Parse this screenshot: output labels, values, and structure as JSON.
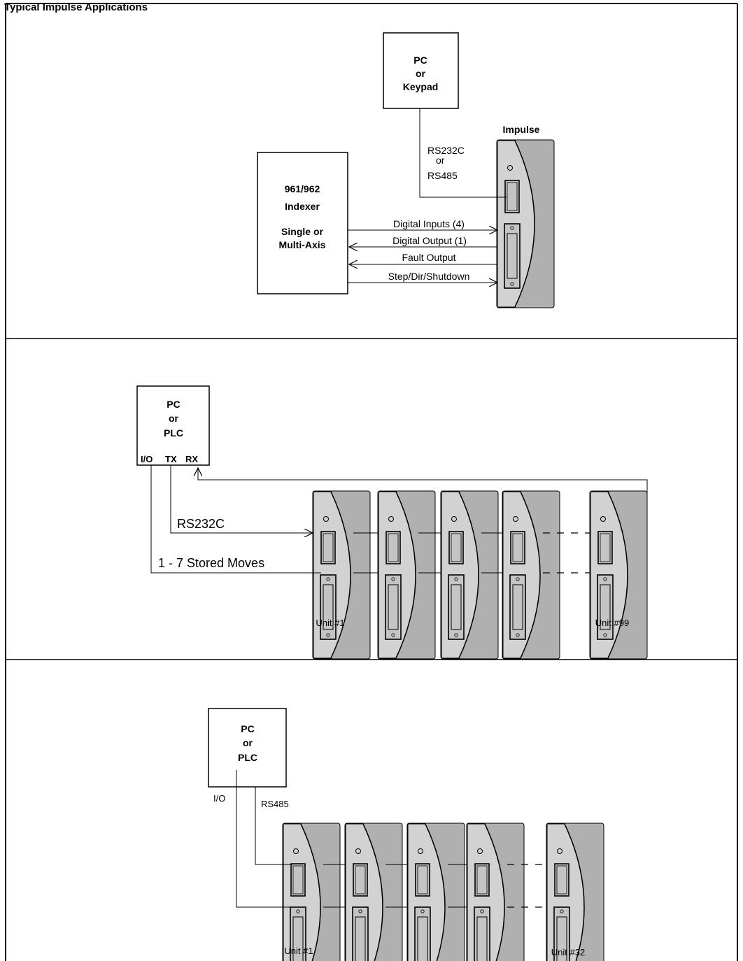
{
  "header": {
    "title": "Typical Impulse Applications"
  },
  "panel1": {
    "host_box": {
      "line1": "PC",
      "line2": "or",
      "line3": "Keypad"
    },
    "drive_label": "Impulse",
    "comm_label": {
      "line1": "RS232C",
      "line2": "or",
      "line3": "RS485"
    },
    "indexer_box": {
      "line1": "961/962",
      "line2": "Indexer",
      "line3": "Single or",
      "line4": "Multi-Axis"
    },
    "signals": [
      "Digital Inputs (4)",
      "Digital Output (1)",
      "Fault Output",
      "Step/Dir/Shutdown"
    ]
  },
  "panel2": {
    "host_box": {
      "line1": "PC",
      "line2": "or",
      "line3": "PLC"
    },
    "ports": {
      "io": "I/O",
      "tx": "TX",
      "rx": "RX"
    },
    "comm_label": "RS232C",
    "moves_label": "1 - 7 Stored Moves",
    "first_unit": "Unit #1",
    "last_unit": "Unit #99"
  },
  "panel3": {
    "host_box": {
      "line1": "PC",
      "line2": "or",
      "line3": "PLC"
    },
    "io_label": "I/O",
    "comm_label": "RS485",
    "first_unit": "Unit #1",
    "last_unit": "Unit #32"
  },
  "colors": {
    "drive_body": "#b0b0b0",
    "drive_panel": "#cfcfcf",
    "line": "#000000"
  }
}
